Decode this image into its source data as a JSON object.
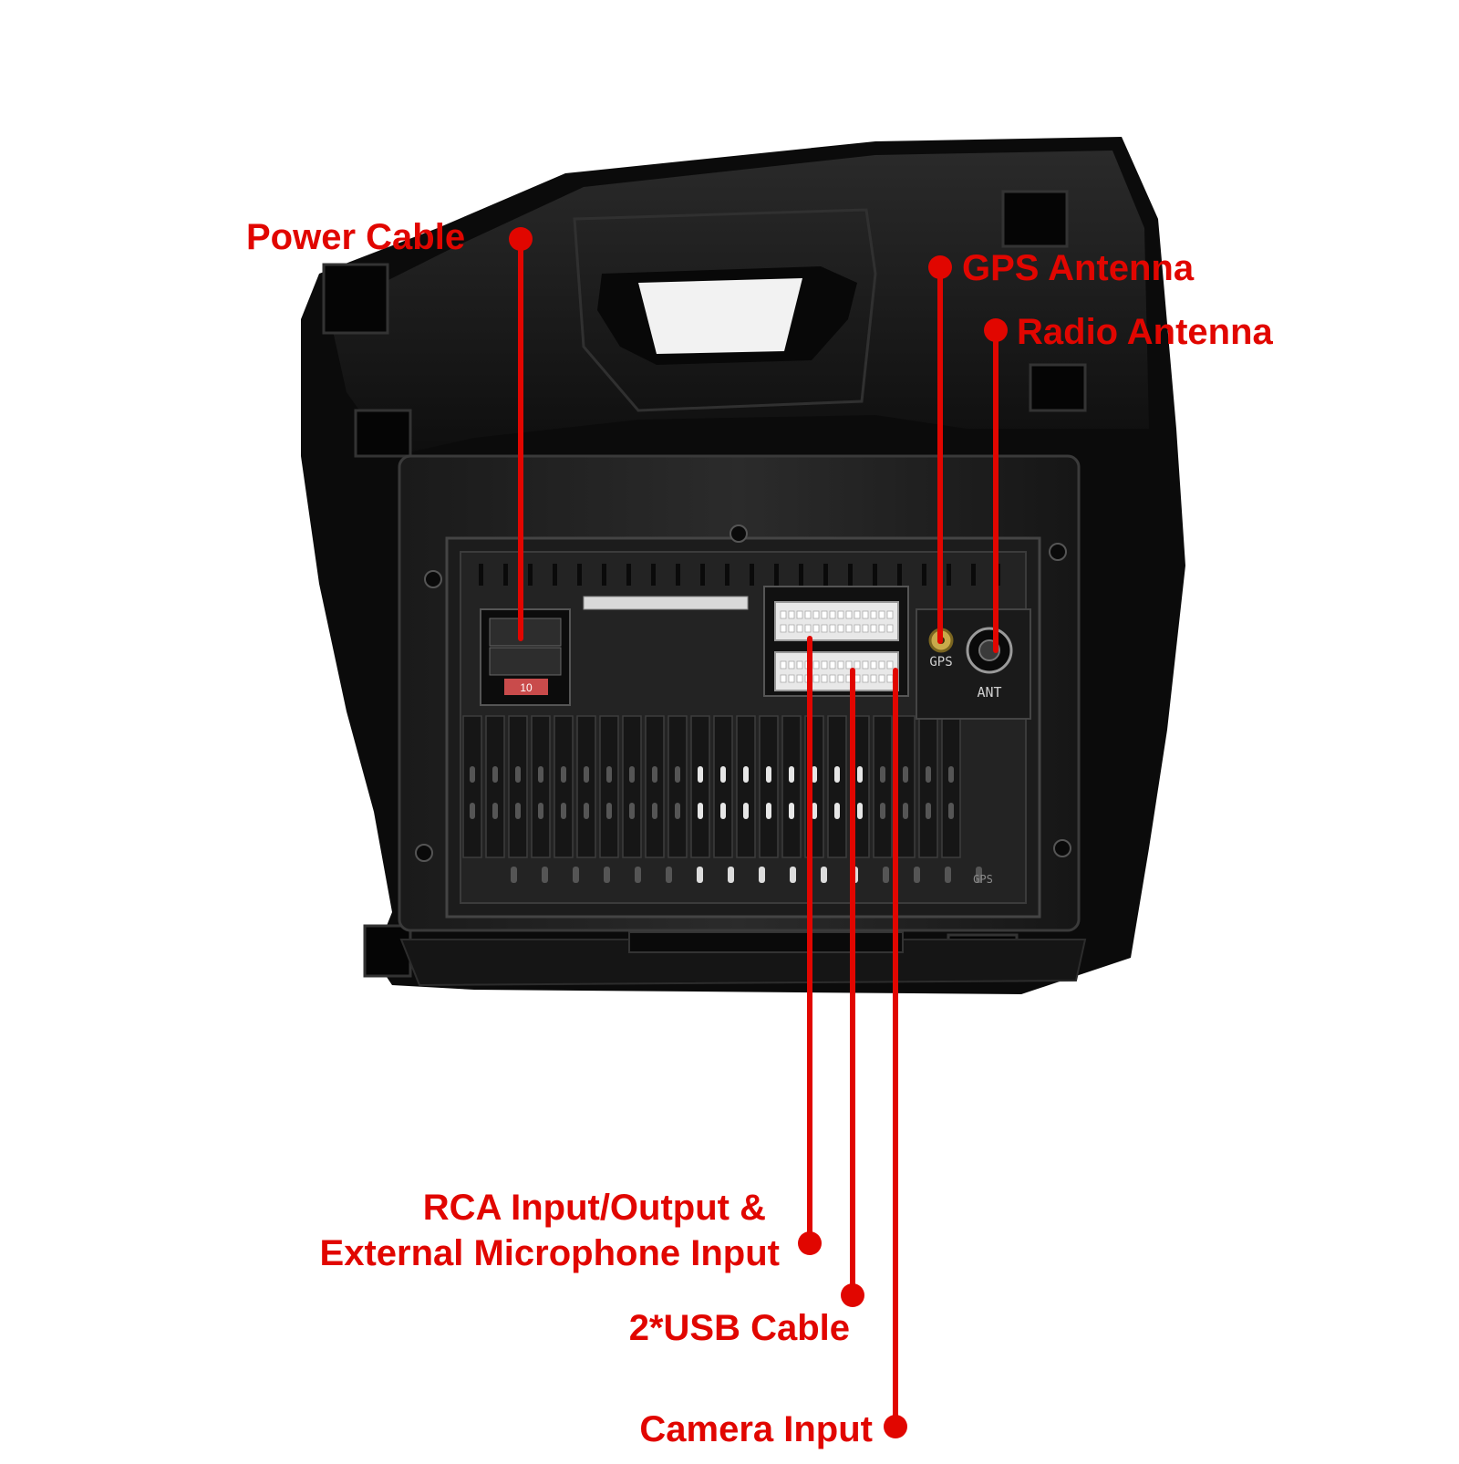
{
  "labels": {
    "power_cable": "Power Cable",
    "gps_antenna": "GPS Antenna",
    "radio_antenna": "Radio Antenna",
    "rca_line1": "RCA Input/Output &",
    "rca_line2": "External Microphone Input",
    "usb_cable": "2*USB Cable",
    "camera_input": "Camera Input"
  },
  "unit_markings": {
    "gps": "GPS",
    "ant": "ANT",
    "gps_lower": "GPS",
    "fuse": "10"
  },
  "colors": {
    "callout": "#e10600",
    "housing": "#141414",
    "connector": "#e8e8e8"
  }
}
